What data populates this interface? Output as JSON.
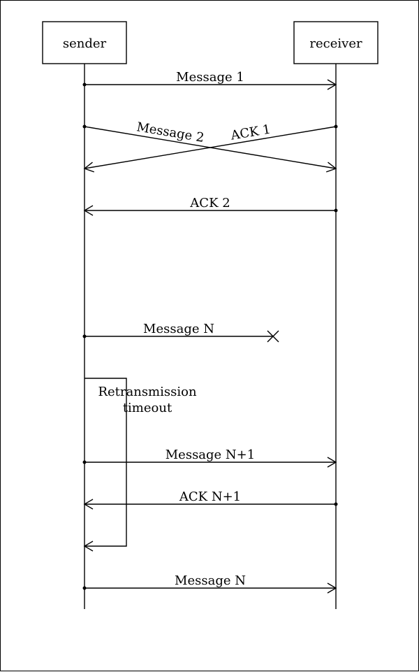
{
  "participants": {
    "sender": "sender",
    "receiver": "receiver"
  },
  "messages": {
    "m1": "Message 1",
    "m2": "Message 2",
    "ack1": "ACK 1",
    "ack2": "ACK 2",
    "mN": "Message N",
    "mN1": "Message N+1",
    "ackN1": "ACK N+1",
    "mN_retry": "Message N"
  },
  "timeout": {
    "line1": "Retransmission",
    "line2": "timeout"
  },
  "colors": {
    "stroke": "#000000",
    "background": "#ffffff"
  }
}
